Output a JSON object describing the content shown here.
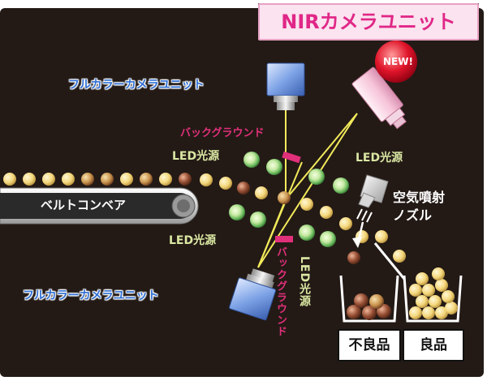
{
  "title": "NIRカメラユニット",
  "badge": "NEW!",
  "labels": {
    "camera_top": "フルカラーカメラユニット",
    "camera_bottom": "フルカラーカメラユニット",
    "background_top": "バックグラウンド",
    "background_bottom": "バックグラウンド",
    "led_left_top": "LED光源",
    "led_right_top": "LED光源",
    "led_left_bottom": "LED光源",
    "led_vertical": "LED光源",
    "air_nozzle_line1": "空気噴射",
    "air_nozzle_line2": "ノズル",
    "belt_conveyor": "ベルトコンベア",
    "reject_bin": "不良品",
    "good_bin": "良品"
  },
  "colors": {
    "background": "#231a16",
    "nir_accent": "#e02787",
    "camera_text": "#2f6fd3",
    "led_text": "#dbe8a3",
    "beam": "#f2ea5a",
    "good_item": "#f6dc88",
    "bad_item": "#8a4a32",
    "led_ring": "#4aa84a"
  }
}
